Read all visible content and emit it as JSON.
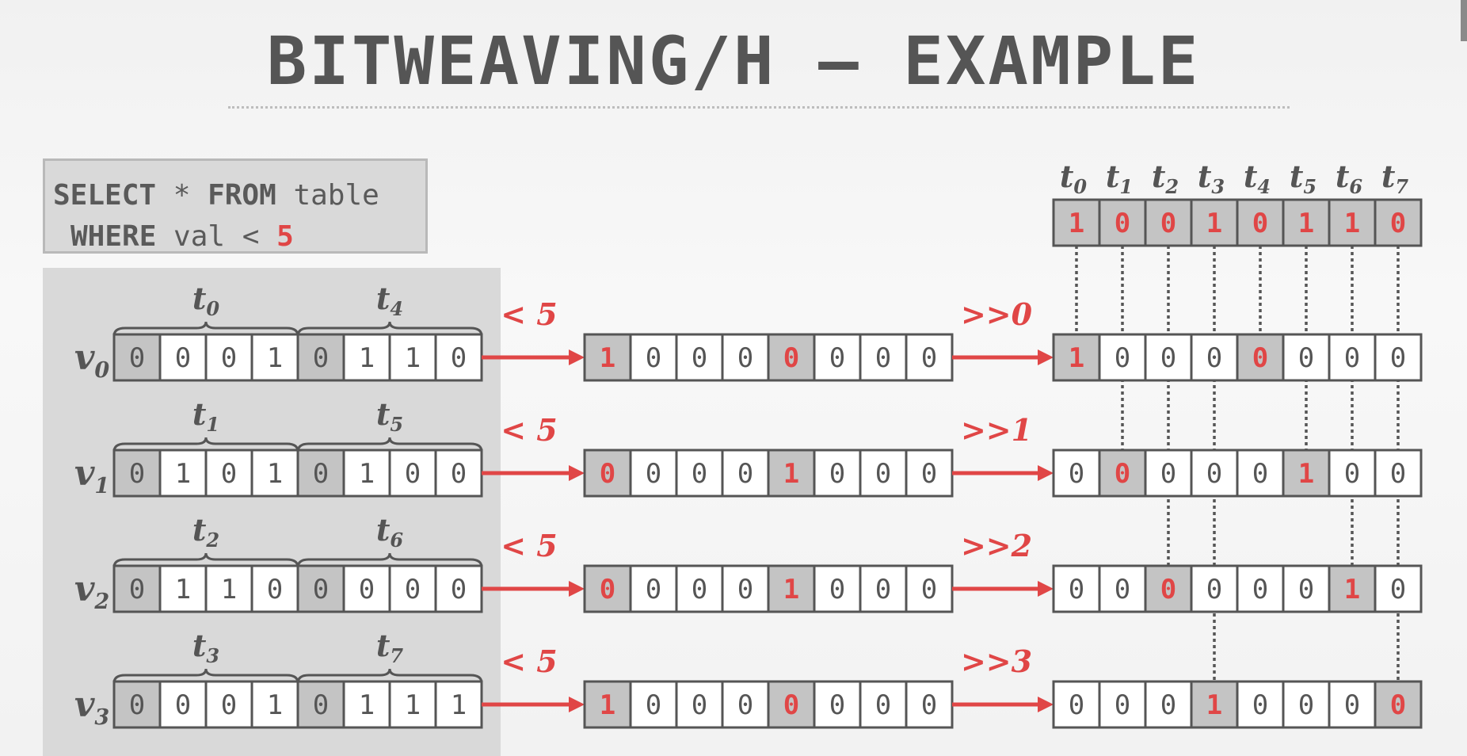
{
  "title": "BITWEAVING/H – EXAMPLE",
  "query": {
    "line1_kw1": "SELECT",
    "line1_mid": " * ",
    "line1_kw2": "FROM",
    "line1_rest": " table",
    "line2_kw": "WHERE",
    "line2_rest": " val < ",
    "line2_value": "5"
  },
  "colors": {
    "accent": "#e04646",
    "text": "#555555",
    "shade": "#c4c4c4",
    "panel": "#d9d9d9"
  },
  "op_label": "< 5",
  "rows": [
    {
      "label": "v",
      "sub": "0",
      "brace_left": "t",
      "brace_left_sub": "0",
      "brace_right": "t",
      "brace_right_sub": "4",
      "input_bits": [
        "0",
        "0",
        "0",
        "1",
        "0",
        "1",
        "1",
        "0"
      ],
      "compare_bits": [
        "1",
        "0",
        "0",
        "0",
        "0",
        "0",
        "0",
        "0"
      ],
      "shift_label": ">>0",
      "shifted_bits": [
        "1",
        "0",
        "0",
        "0",
        "0",
        "0",
        "0",
        "0"
      ]
    },
    {
      "label": "v",
      "sub": "1",
      "brace_left": "t",
      "brace_left_sub": "1",
      "brace_right": "t",
      "brace_right_sub": "5",
      "input_bits": [
        "0",
        "1",
        "0",
        "1",
        "0",
        "1",
        "0",
        "0"
      ],
      "compare_bits": [
        "0",
        "0",
        "0",
        "0",
        "1",
        "0",
        "0",
        "0"
      ],
      "shift_label": ">>1",
      "shifted_bits": [
        "0",
        "0",
        "0",
        "0",
        "0",
        "1",
        "0",
        "0"
      ]
    },
    {
      "label": "v",
      "sub": "2",
      "brace_left": "t",
      "brace_left_sub": "2",
      "brace_right": "t",
      "brace_right_sub": "6",
      "input_bits": [
        "0",
        "1",
        "1",
        "0",
        "0",
        "0",
        "0",
        "0"
      ],
      "compare_bits": [
        "0",
        "0",
        "0",
        "0",
        "1",
        "0",
        "0",
        "0"
      ],
      "shift_label": ">>2",
      "shifted_bits": [
        "0",
        "0",
        "0",
        "0",
        "0",
        "0",
        "1",
        "0"
      ]
    },
    {
      "label": "v",
      "sub": "3",
      "brace_left": "t",
      "brace_left_sub": "3",
      "brace_right": "t",
      "brace_right_sub": "7",
      "input_bits": [
        "0",
        "0",
        "0",
        "1",
        "0",
        "1",
        "1",
        "1"
      ],
      "compare_bits": [
        "1",
        "0",
        "0",
        "0",
        "0",
        "0",
        "0",
        "0"
      ],
      "shift_label": ">>3",
      "shifted_bits": [
        "0",
        "0",
        "0",
        "1",
        "0",
        "0",
        "0",
        "0"
      ]
    }
  ],
  "result": {
    "headers": [
      {
        "t": "t",
        "sub": "0"
      },
      {
        "t": "t",
        "sub": "1"
      },
      {
        "t": "t",
        "sub": "2"
      },
      {
        "t": "t",
        "sub": "3"
      },
      {
        "t": "t",
        "sub": "4"
      },
      {
        "t": "t",
        "sub": "5"
      },
      {
        "t": "t",
        "sub": "6"
      },
      {
        "t": "t",
        "sub": "7"
      }
    ],
    "bits": [
      "1",
      "0",
      "0",
      "1",
      "0",
      "1",
      "1",
      "0"
    ]
  }
}
